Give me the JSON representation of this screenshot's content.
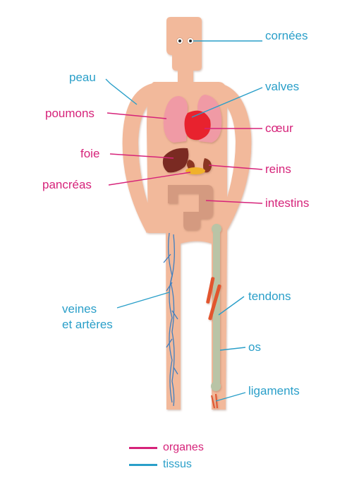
{
  "labels": {
    "cornees": "cornées",
    "peau": "peau",
    "valves": "valves",
    "poumons": "poumons",
    "coeur": "cœur",
    "foie": "foie",
    "reins": "reins",
    "pancreas": "pancréas",
    "intestins": "intestins",
    "tendons": "tendons",
    "veines_line1": "veines",
    "veines_line2": "et artères",
    "os": "os",
    "ligaments": "ligaments"
  },
  "legend": [
    {
      "label": "organes",
      "color": "#d6237a"
    },
    {
      "label": "tissus",
      "color": "#2a9fc9"
    }
  ],
  "colors": {
    "organ": "#d6237a",
    "tissue": "#2a9fc9",
    "skin": "#f2b99b",
    "skin_edge": "#e0a383",
    "lung": "#f09aa5",
    "heart": "#e8232f",
    "liver": "#7a2a22",
    "pancreas": "#f0b12b",
    "intestine": "#d49a80",
    "bone": "#b9c4a6",
    "tendon": "#e2552e",
    "vein": "#3f7fc0"
  }
}
